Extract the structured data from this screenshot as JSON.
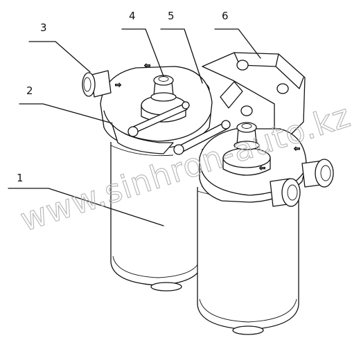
{
  "callouts": [
    {
      "id": "callout-1",
      "label": "1"
    },
    {
      "id": "callout-2",
      "label": "2"
    },
    {
      "id": "callout-3",
      "label": "3"
    },
    {
      "id": "callout-4",
      "label": "4"
    },
    {
      "id": "callout-5",
      "label": "5"
    },
    {
      "id": "callout-6",
      "label": "6"
    }
  ],
  "watermark": "www.sinhron-auto.kz"
}
